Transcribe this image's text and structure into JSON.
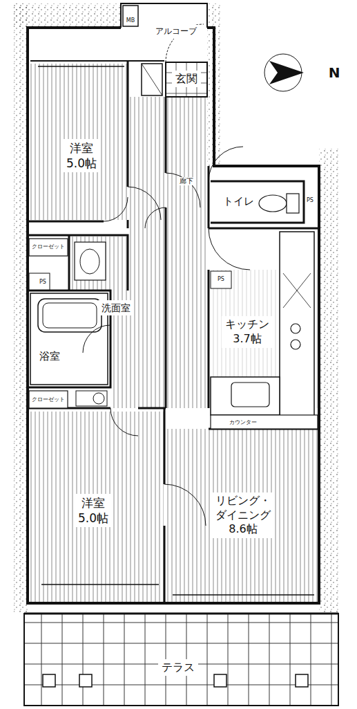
{
  "diagram": {
    "nodes": [
      {
        "text": [
          "アルコーブ"
        ]
      },
      {
        "text": [
          "玄関"
        ]
      },
      {
        "text": [
          "洋室 5.0帖"
        ]
      },
      {
        "text": [
          "トイレ"
        ]
      },
      {
        "text": [
          "洗面室"
        ]
      },
      {
        "text": [
          "浴室"
        ]
      },
      {
        "text": [
          "キッチン 3.7帖"
        ]
      },
      {
        "text": [
          "洋室 5.0帖"
        ]
      },
      {
        "text": [
          "リビング・ダイニング 8.6帖"
        ]
      },
      {
        "text": [
          "テラス"
        ]
      }
    ],
    "labels": [
      "N",
      "MB",
      "PS",
      "PS",
      "PS",
      "クローゼット",
      "クローゼット",
      "カウンター",
      "廊下"
    ]
  }
}
